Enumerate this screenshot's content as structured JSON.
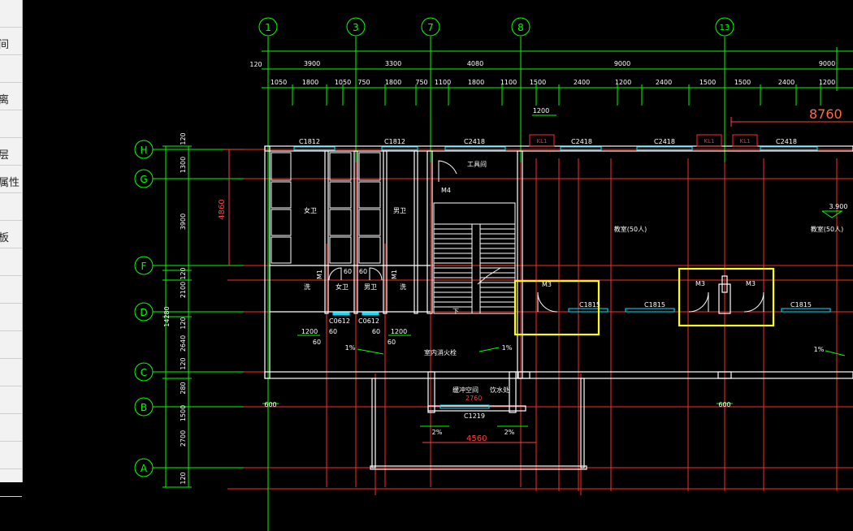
{
  "app": {
    "side_panel": [
      {
        "label": ""
      },
      {
        "label": "间"
      },
      {
        "label": ""
      },
      {
        "label": "离"
      },
      {
        "label": ""
      },
      {
        "label": "层"
      },
      {
        "label": "属性"
      },
      {
        "label": ""
      },
      {
        "label": "板"
      },
      {
        "label": ""
      },
      {
        "label": ""
      },
      {
        "label": ""
      },
      {
        "label": ""
      },
      {
        "label": ""
      },
      {
        "label": ""
      },
      {
        "label": ""
      },
      {
        "label": ""
      },
      {
        "label": ""
      }
    ]
  },
  "drawing": {
    "colors": {
      "background": "#000000",
      "axis": "#00ff00",
      "wall": "#ffffff",
      "grid_red": "#ff2a2a",
      "window": "#00e5ff",
      "highlight": "#ffff00",
      "dimension": "#ff4040",
      "text": "#ffffff"
    },
    "col_axes": [
      {
        "label": "1"
      },
      {
        "label": "3"
      },
      {
        "label": "7"
      },
      {
        "label": "8"
      },
      {
        "label": "13"
      }
    ],
    "row_axes": [
      {
        "label": "H"
      },
      {
        "label": "G"
      },
      {
        "label": "F"
      },
      {
        "label": "D"
      },
      {
        "label": "C"
      },
      {
        "label": "B"
      },
      {
        "label": "A"
      }
    ],
    "top_dims_1": [
      "120",
      "3900",
      "3300",
      "4080",
      "9000",
      "9000"
    ],
    "top_dims_2": [
      "1050",
      "1800",
      "1050",
      "750",
      "1800",
      "750",
      "1100",
      "1800",
      "1100",
      "1500",
      "2400",
      "1200",
      "2400",
      "1500",
      "1500",
      "2400",
      "1200"
    ],
    "left_dims": [
      "120",
      "1300",
      "3900",
      "120",
      "2100",
      "120",
      "2640",
      "120",
      "280",
      "1500",
      "2700",
      "120"
    ],
    "left_total": "14280",
    "big_dim": "8760",
    "dim_1200": "1200",
    "dim_600_a": "600",
    "dim_600_b": "600",
    "dim_4860": "4860",
    "dim_4560": "4560",
    "labels": {
      "c1812_a": "C1812",
      "c1812_b": "C1812",
      "c2418_a": "C2418",
      "c2418_b": "C2418",
      "c2418_c": "C2418",
      "c2418_d": "C2418",
      "kl1_a": "KL1",
      "kl1_b": "KL1",
      "kl1_c": "KL1",
      "m4": "M4",
      "tool_room": "工具间",
      "womens_wc": "女卫",
      "mens_wc": "男卫",
      "classroom_a": "教室(50人)",
      "classroom_b": "教室(50人)",
      "elevation": "3.900",
      "m1_a": "M1",
      "m1_b": "M1",
      "wash_a": "洗",
      "wash_b": "洗",
      "womens_wc2": "女卫",
      "mens_wc2": "男卫",
      "d60_a": "60",
      "d60_b": "60",
      "m3_a": "M3",
      "m3_b": "M3",
      "m3_c": "M3",
      "c1815_a": "C1815",
      "c1815_b": "C1815",
      "c1815_c": "C1815",
      "c0612_a": "C0612",
      "c0612_b": "C0612",
      "dim1200_a": "1200",
      "dim1200_b": "1200",
      "d60_c": "60",
      "d60_d": "60",
      "d60_e": "60",
      "d60_f": "60",
      "slope_a": "1%",
      "slope_b": "1%",
      "slope_c": "1%",
      "slope_d": "2%",
      "slope_e": "2%",
      "down": "下",
      "hydrant": "室内消火栓",
      "buffer": "缓冲空间",
      "water": "饮水处",
      "d2760": "2760",
      "c1219": "C1219"
    }
  }
}
